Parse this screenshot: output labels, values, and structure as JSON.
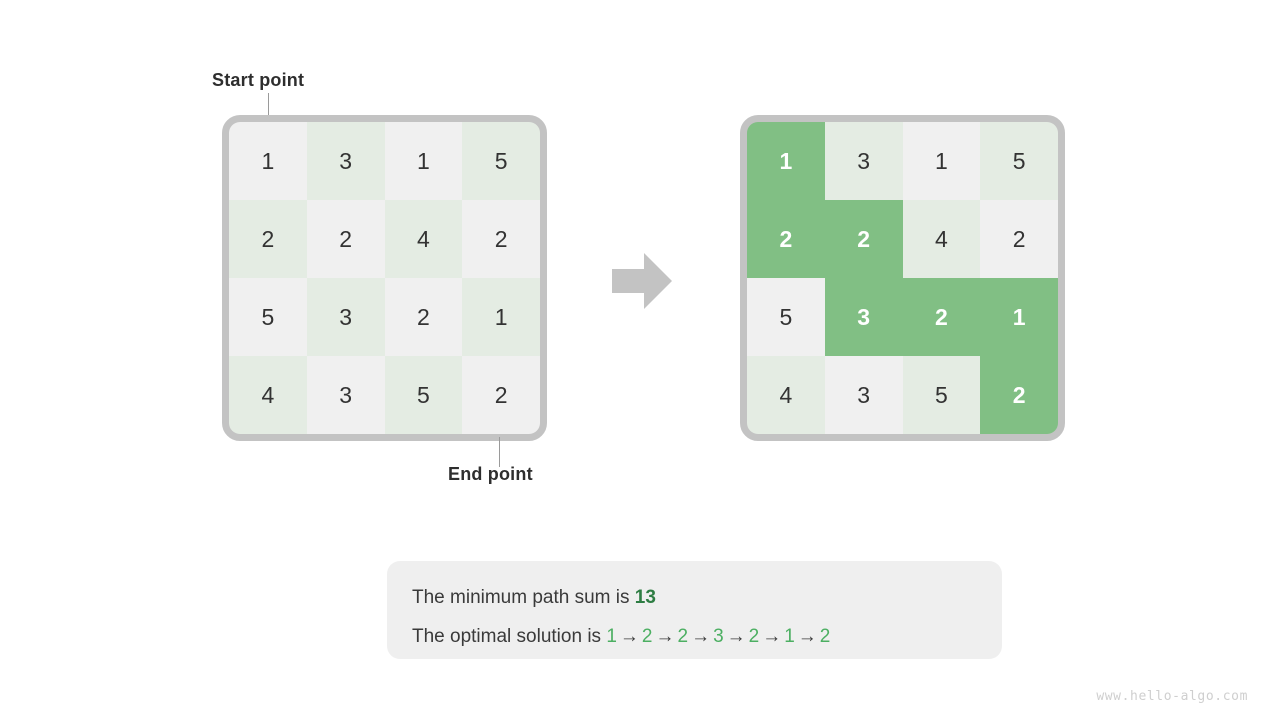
{
  "labels": {
    "start_point": "Start point",
    "end_point": "End point"
  },
  "colors": {
    "frame": "#c3c3c3",
    "cell_plain": "#f0f0f0",
    "cell_tint": "#e4ece3",
    "cell_path": "#81bf84",
    "accent_green": "#4caf62",
    "accent_green_dark": "#2e7d43",
    "text": "#333333",
    "arrow": "#c3c3c3"
  },
  "grids": [
    {
      "name": "input-grid",
      "rows": [
        [
          "1",
          "3",
          "1",
          "5"
        ],
        [
          "2",
          "2",
          "4",
          "2"
        ],
        [
          "5",
          "3",
          "2",
          "1"
        ],
        [
          "4",
          "3",
          "5",
          "2"
        ]
      ],
      "path_cells": []
    },
    {
      "name": "solution-grid",
      "rows": [
        [
          "1",
          "3",
          "1",
          "5"
        ],
        [
          "2",
          "2",
          "4",
          "2"
        ],
        [
          "5",
          "3",
          "2",
          "1"
        ],
        [
          "4",
          "3",
          "5",
          "2"
        ]
      ],
      "path_cells": [
        [
          0,
          0
        ],
        [
          1,
          0
        ],
        [
          1,
          1
        ],
        [
          2,
          1
        ],
        [
          2,
          2
        ],
        [
          2,
          3
        ],
        [
          3,
          3
        ]
      ]
    }
  ],
  "arrow": {
    "icon": "arrow-right-block-icon"
  },
  "caption": {
    "line1_prefix": "The minimum path sum is ",
    "line1_value": "13",
    "line2_prefix": "The optimal solution is ",
    "path_sequence": [
      "1",
      "2",
      "2",
      "3",
      "2",
      "1",
      "2"
    ],
    "arrow_glyph": "→"
  },
  "watermark": "www.hello-algo.com"
}
